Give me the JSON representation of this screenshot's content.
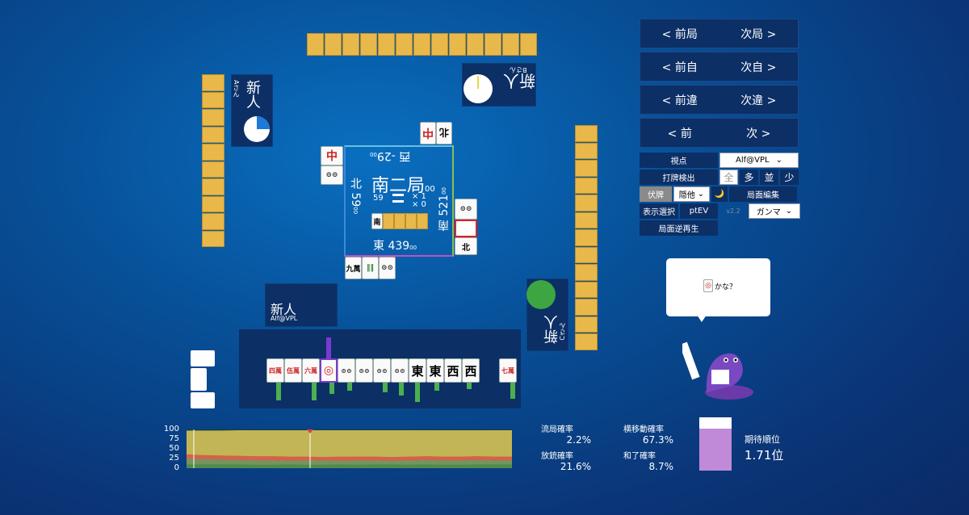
{
  "nav": {
    "prev_round": "< 前局",
    "next_round": "次局 >",
    "prev_self": "< 前自",
    "next_self": "次自 >",
    "prev_diff": "< 前違",
    "next_diff": "次違 >",
    "prev": "< 前",
    "next": "次 >"
  },
  "controls": {
    "viewpoint_label": "視点",
    "viewpoint_value": "Alf@VPL",
    "discard_detect_label": "打牌検出",
    "filter_all": "全",
    "filter_many": "多",
    "filter_mid": "並",
    "filter_few": "少",
    "hidden_label": "伏牌",
    "hidden_value": "隠他",
    "moon_icon": "🌙",
    "edit_label": "局面編集",
    "display_select_label": "表示選択",
    "ptev_label": "ptEV",
    "version": "v2.2",
    "model_value": "ガンマ",
    "reverse_play_label": "局面逆再生"
  },
  "center": {
    "round": "南二局",
    "round_sub": "00",
    "honba": "59",
    "sticks_a": "× 1",
    "sticks_b": "× 0",
    "east_label": "東 439",
    "east_sub": "00",
    "south_label": "南 521",
    "south_sub": "00",
    "west_label": "西 -29",
    "west_sub": "00",
    "north_label": "北 59",
    "north_sub": "00"
  },
  "players": {
    "bottom_name": "新人",
    "bottom_id": "Alf@VPL",
    "left_name": "新人",
    "left_id": "Aさん",
    "top_name": "新人",
    "top_id": "Bさん",
    "right_name": "新人",
    "right_id": "Cさん"
  },
  "hand": {
    "tiles": [
      "四萬",
      "伍萬",
      "六萬",
      "◎",
      "⊙⊙",
      "⊙⊙",
      "⊙⊙",
      "⊙⊙",
      "東",
      "東",
      "西",
      "西"
    ],
    "drawn": "七萬"
  },
  "discards": {
    "bottom": [
      "九萬",
      "‖‖",
      "⊙⊙"
    ],
    "left": [
      "中",
      "⊙⊙"
    ],
    "top": [
      "中",
      "北"
    ],
    "right": [
      "⊙⊙",
      "",
      "北"
    ]
  },
  "bubble_text": "かな？",
  "stats": {
    "ryukyoku_label": "流局確率",
    "ryukyoku_value": "2.2%",
    "yokoido_label": "横移動確率",
    "yokoido_value": "67.3%",
    "houju_label": "放銃確率",
    "houju_value": "21.6%",
    "hora_label": "和了確率",
    "hora_value": "8.7%",
    "expected_rank_label": "期待順位",
    "expected_rank_value": "1.71位",
    "expected_rank_fill": 0.79
  },
  "chart_data": {
    "type": "area",
    "yticks": [
      "100",
      "75",
      "50",
      "25",
      "0"
    ],
    "ylim": [
      0,
      100
    ],
    "series": [
      {
        "values": [
          97,
          97,
          97,
          98,
          98,
          98,
          98,
          98,
          98,
          98,
          98,
          98,
          98,
          98,
          98,
          98,
          98,
          98,
          98,
          98
        ]
      },
      {
        "values": [
          36,
          34,
          33,
          32,
          31,
          31,
          30,
          30,
          29,
          30,
          30,
          30,
          29,
          30,
          31,
          30,
          30,
          31,
          30,
          30
        ]
      },
      {
        "values": [
          25,
          23,
          22,
          21,
          20,
          20,
          19,
          20,
          20,
          19,
          20,
          20,
          19,
          20,
          21,
          20,
          20,
          21,
          20,
          20
        ]
      },
      {
        "values": [
          10,
          10,
          10,
          10,
          9,
          9,
          10,
          9,
          9,
          10,
          9,
          10,
          10,
          9,
          10,
          9,
          9,
          10,
          10,
          10
        ]
      }
    ],
    "colors": [
      "#d6c25a",
      "#d45a4a",
      "#6a9a60",
      "#4c8a4c"
    ]
  },
  "colors": {
    "accent_blue": "#1e6cd0",
    "tile_back": "#e8b84a",
    "panel": "#0c2f66"
  }
}
